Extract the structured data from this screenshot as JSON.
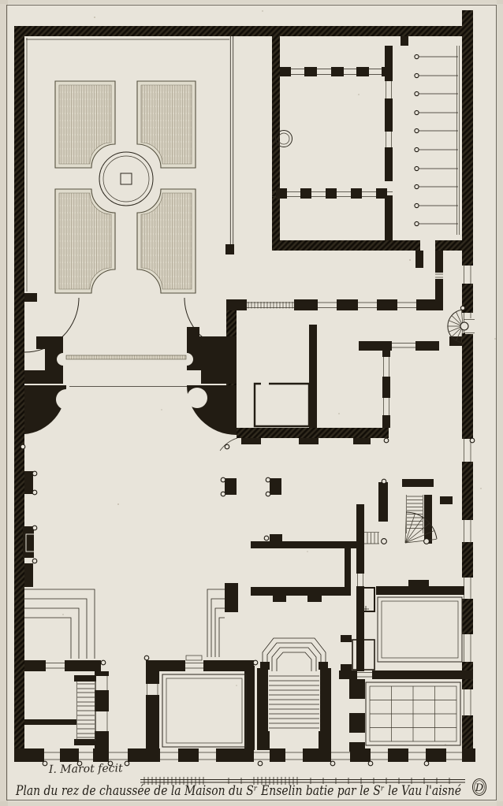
{
  "artwork": {
    "caption": "Plan du rez de chaussée de la Maison du Sʳ Enselin batie par le Sʳ le Vau l'aisné",
    "signature": "I. Marot fecit",
    "plate_mark": "D"
  },
  "colors": {
    "paper": "#e8e4da",
    "ink": "#221c13",
    "thin_line": "#2b261d",
    "parterre_hatch": "#a39b87"
  },
  "features": [
    "plate-frame",
    "outer-walls",
    "garden-parterre",
    "parterre-beds",
    "central-basin",
    "coach-shed",
    "stable-stalls",
    "well",
    "waisted-passage",
    "forecourt",
    "main-wing",
    "alcove-room",
    "spiral-stair",
    "stair-hall",
    "salon",
    "paved-vestibule",
    "grand-staircase",
    "service-stair",
    "stepped-ramps",
    "scale-bar"
  ]
}
